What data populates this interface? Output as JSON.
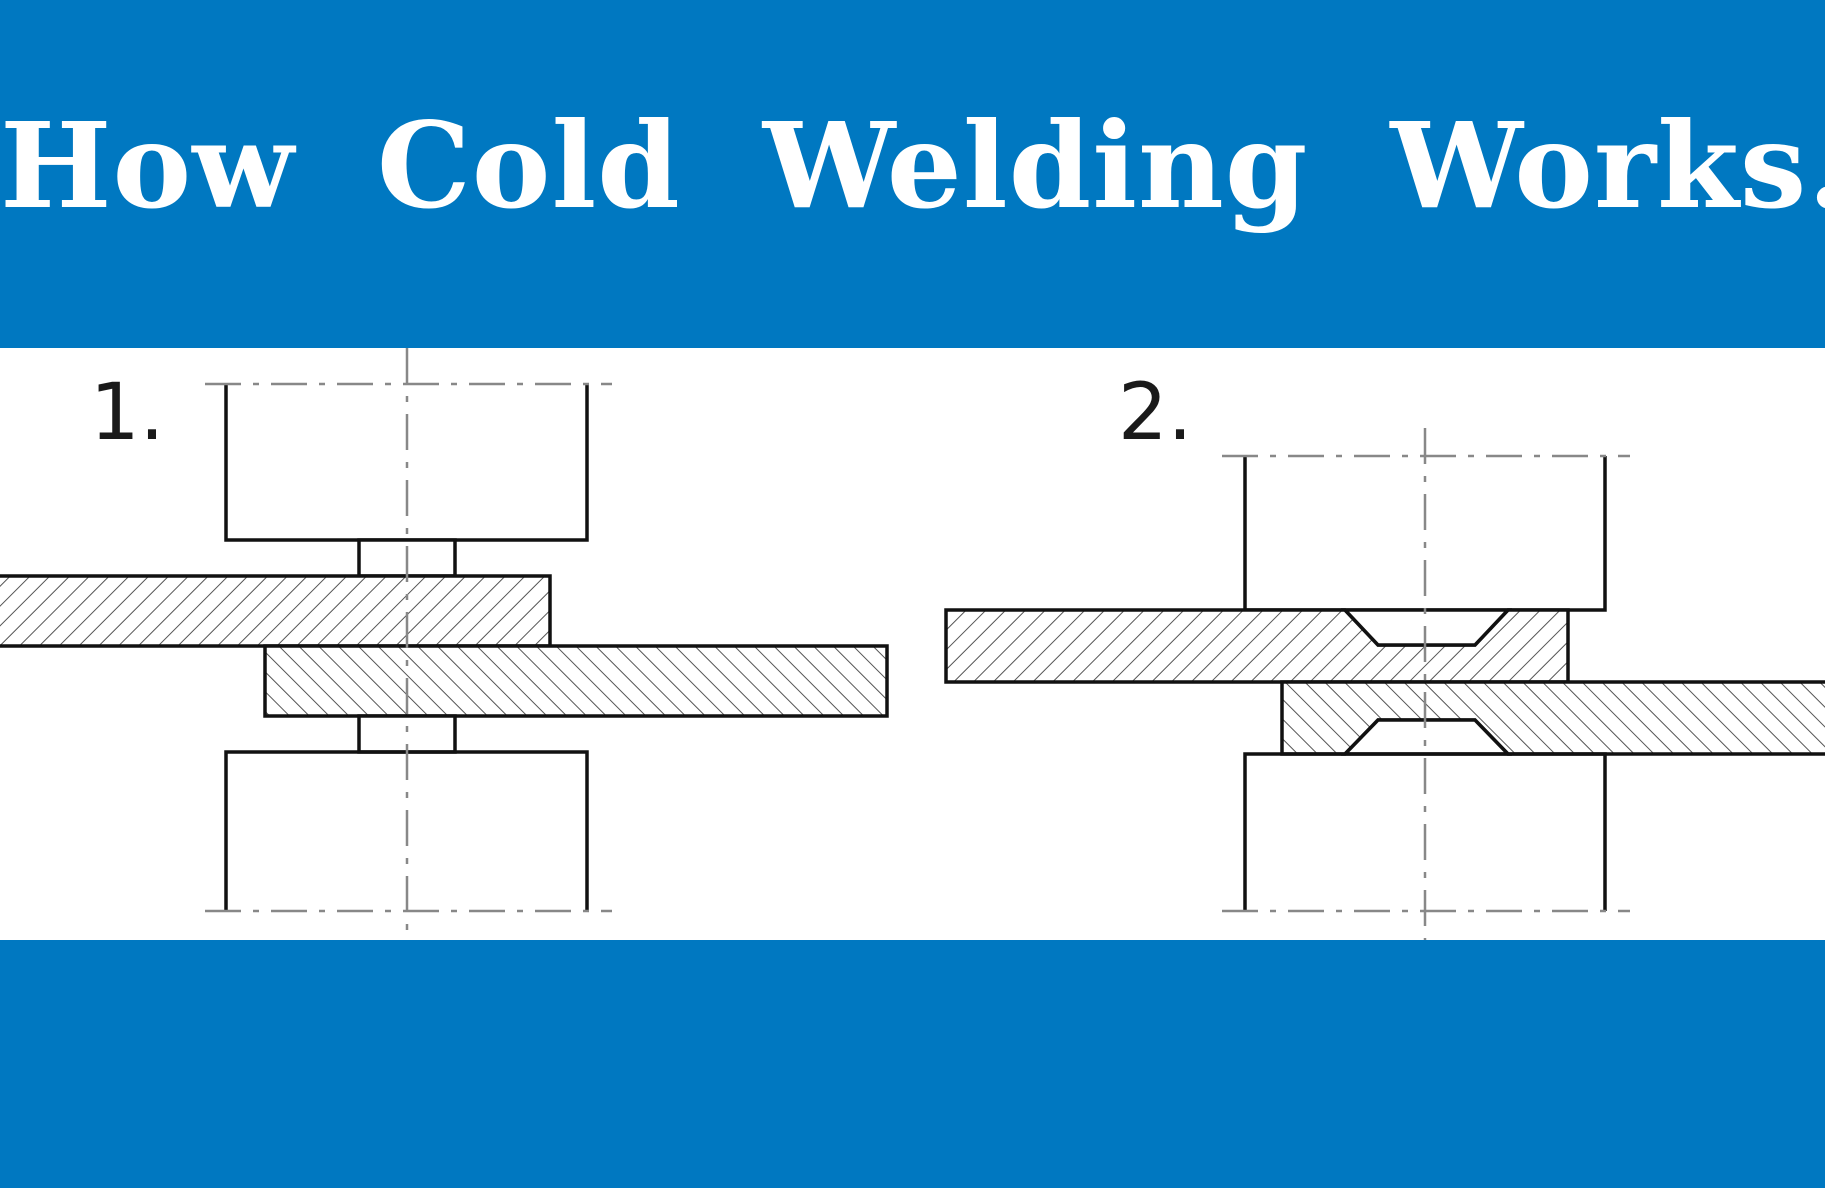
{
  "title": "How Cold Welding Works.",
  "steps": [
    {
      "label": "1."
    },
    {
      "label": "2."
    }
  ],
  "colors": {
    "brand_blue": "#0078c1",
    "line": "#111111",
    "centerline": "#888888",
    "background": "#ffffff"
  }
}
